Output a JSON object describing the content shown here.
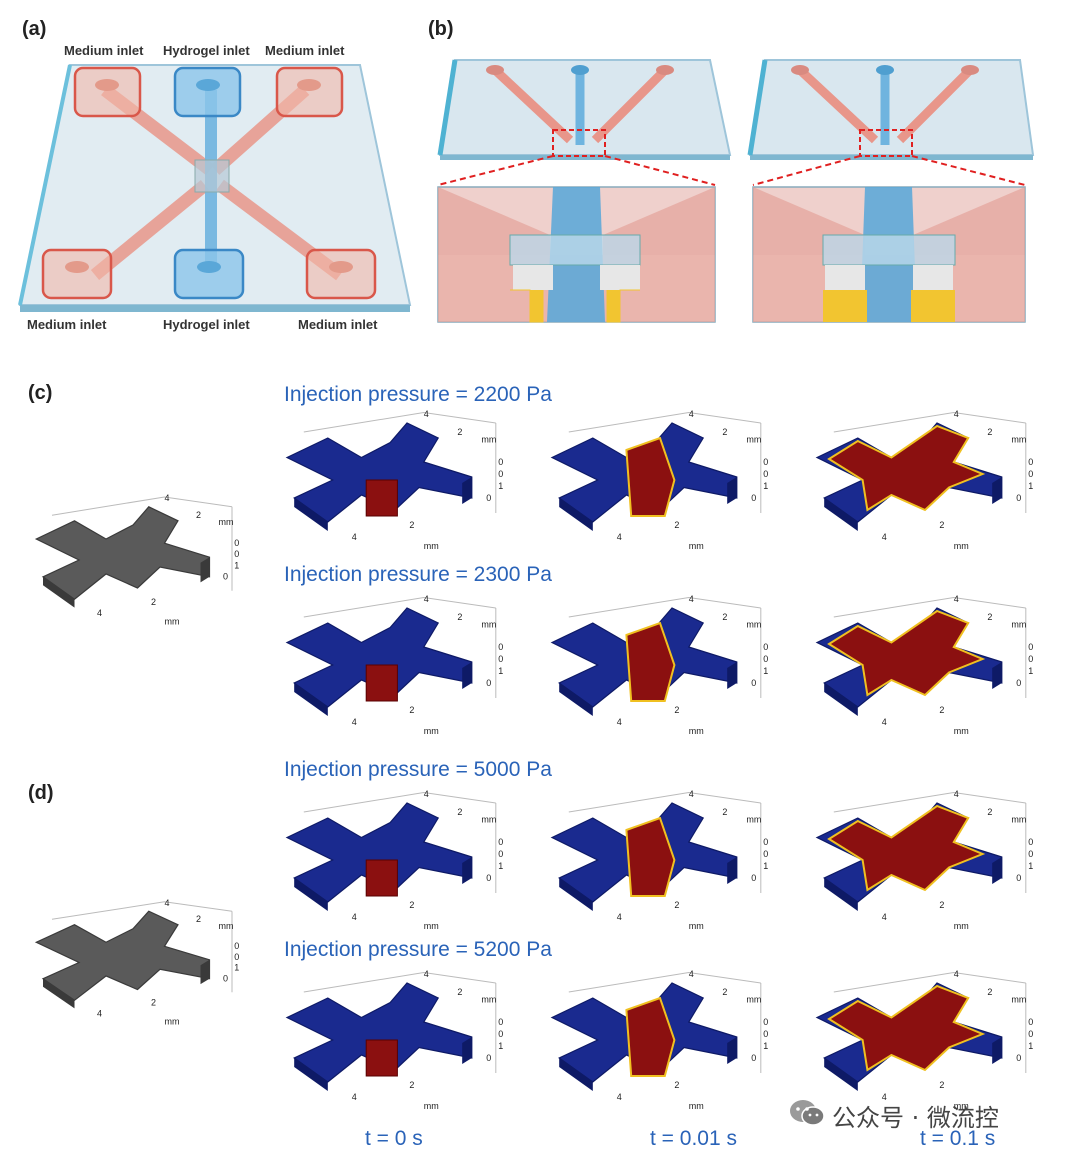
{
  "panels": {
    "a": {
      "label": "(a)",
      "inlet_labels": [
        "Medium inlet",
        "Hydrogel inlet",
        "Medium inlet",
        "Medium inlet",
        "Hydrogel inlet",
        "Medium inlet"
      ]
    },
    "b": {
      "label": "(b)"
    },
    "c": {
      "label": "(c)",
      "rows": [
        {
          "pressure": "Injection pressure = 2200 Pa"
        },
        {
          "pressure": "Injection pressure = 2300 Pa"
        }
      ]
    },
    "d": {
      "label": "(d)",
      "rows": [
        {
          "pressure": "Injection pressure = 5000 Pa"
        },
        {
          "pressure": "Injection pressure = 5200 Pa"
        }
      ]
    }
  },
  "time_labels": [
    "t = 0 s",
    "t = 0.01 s",
    "t = 0.1 s"
  ],
  "axis_tick_labels": {
    "ticks": [
      "4",
      "2",
      "0",
      "0",
      "1",
      "0"
    ],
    "x_ticks": [
      "4",
      "2"
    ],
    "unit": "mm"
  },
  "watermark": "公众号 · 微流控",
  "colors": {
    "medium": "#e8968a",
    "hydrogel": "#6fb4df",
    "chip_glass": "#c9dde8",
    "sim_blue": "#1a2a8f",
    "sim_red": "#8b1010",
    "pressure_text": "#2a63b8",
    "gray_mesh": "#5a5a5a"
  }
}
